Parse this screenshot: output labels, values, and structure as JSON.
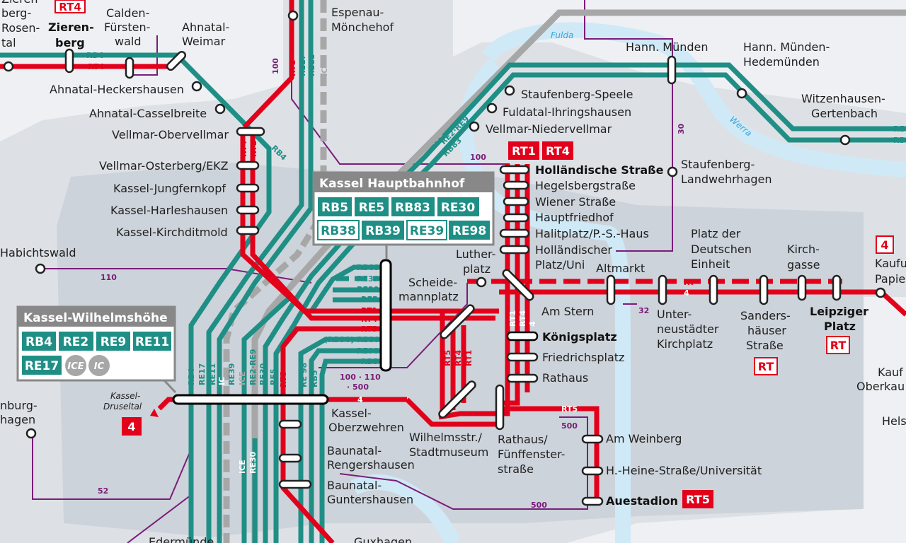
{
  "colors": {
    "rail": "#1f8f86",
    "tram": "#e2001a",
    "ice": "#a7a7a7",
    "bus": "#7a1d7a",
    "river": "#cfe9f6",
    "zone_light": "#dde1e6",
    "zone_dark": "#cdd3da"
  },
  "rivers": {
    "fulda": "Fulda",
    "werra": "Werra"
  },
  "line_labels": {
    "rb4": "RB4",
    "rt4": "RT4",
    "ice": "ICE",
    "re2re9": "RE2·RE9",
    "rb83": "RB83",
    "rt1": "RT1",
    "re17": "RE17",
    "re11": "RE11",
    "ic": "IC",
    "re_short": "RE",
    "rb_short": "RB",
    "rt": "RT",
    "four": "4",
    "rt5": "RT5",
    "rb83_h": "RB83",
    "re39_h": "RE39",
    "re30_h": "RE30",
    "re5_h": "RE5",
    "rt1_h": "RT1",
    "rt4_h": "RT4",
    "rt5_h": "RT5",
    "rb38rb39_h": "(RB38)·RB39",
    "re98_h": "RE98",
    "rb5_h": "RB5",
    "rb4_v": "RB4",
    "re17_v": "RE17",
    "re11_v": "RE11",
    "re39_v": "RE39",
    "ic_v": "IC",
    "ice_v": "ICE",
    "re2re9_v": "RE2·RE9",
    "re30_v": "RE30",
    "rb83_v": "RB83",
    "re5_v": "RE5",
    "rt5_v": "RT5",
    "re98_v": "RE 98",
    "rb5_v": "RB5",
    "ice_v2": "ICE",
    "re30_v2": "RE30",
    "rt4_v": "RT4",
    "rt1_v": "RT1",
    "rt1_v2": "RT1",
    "rt4_v2": "RT4",
    "four_v": "4",
    "rt5_v2": "RT5",
    "rt4_v3": "RT4",
    "rt1_v3": "RT1"
  },
  "bus_labels": {
    "b100": "100",
    "b100b": "100",
    "b30": "30",
    "b110": "110",
    "b32": "32",
    "b100_110": "100 · 110",
    "b500a": "· 500",
    "b500b": "500",
    "b500c": "500",
    "b52": "52"
  },
  "stations": {
    "ziegenberg_frag": "Zieren-",
    "ziegen2": "berg-",
    "rosen": "Rosen-",
    "tal": "tal",
    "zierenberg_1": "Zieren-",
    "zierenberg_2": "berg",
    "calden_1": "Calden-",
    "calden_2": "Fürsten-",
    "calden_3": "wald",
    "ahnatal_w_1": "Ahnatal-",
    "ahnatal_w_2": "Weimar",
    "espenau_1": "Espenau-",
    "espenau_2": "Mönchehof",
    "ahnatal_h": "Ahnatal-Heckershausen",
    "ahnatal_c": "Ahnatal-Casselbreite",
    "vellmar_o": "Vellmar-Obervellmar",
    "vellmar_ekz": "Vellmar-Osterberg/EKZ",
    "jungfernkopf": "Kassel-Jungfernkopf",
    "harleshausen": "Kassel-Harleshausen",
    "kirchditmold": "Kassel-Kirchditmold",
    "habichtswald": "Habichtswald",
    "hann_muenden": "Hann. Münden",
    "hann_hede_1": "Hann. Münden-",
    "hann_hede_2": "Hedemünden",
    "witzen_1": "Witzenhausen-",
    "witzen_2": "Gertenbach",
    "staufenberg_speele": "Staufenberg-Speele",
    "fuldatal": "Fuldatal-Ihringshausen",
    "vellmar_nieder": "Vellmar-Niedervellmar",
    "hollaendische": "Holländische Straße",
    "hegelsberg": "Hegelsbergstraße",
    "wiener": "Wiener Straße",
    "hauptfriedhof": "Hauptfriedhof",
    "halitplatz": "Halitplatz/P.-S.-Haus",
    "hollplatz_1": "Holländischer",
    "hollplatz_2": "Platz/Uni",
    "staufen_land_1": "Staufenberg-",
    "staufen_land_2": "Landwehrhagen",
    "luther_1": "Luther-",
    "luther_2": "platz",
    "altmarkt": "Altmarkt",
    "pdde_1": "Platz der",
    "pdde_2": "Deutschen",
    "pdde_3": "Einheit",
    "kirch_1": "Kirch-",
    "kirch_2": "gasse",
    "kaufungen_1": "Kaufu",
    "kaufungen_2": "Papie",
    "scheide_1": "Scheide-",
    "scheide_2": "mannplatz",
    "am_stern": "Am Stern",
    "unter_1": "Unter-",
    "unter_2": "neustädter",
    "unter_3": "Kirchplatz",
    "sanders_1": "Sanders-",
    "sanders_2": "häuser",
    "sanders_3": "Straße",
    "leipziger_1": "Leipziger",
    "leipziger_2": "Platz",
    "koenigsplatz": "Königsplatz",
    "friedrichsplatz": "Friedrichsplatz",
    "rathaus": "Rathaus",
    "kauf_ober_1": "Kauf",
    "kauf_ober_2": "Oberkau",
    "helsa": "Hels",
    "druseltal_1": "Kassel-",
    "druseltal_2": "Druseltal",
    "burg_1": "nburg-",
    "burg_2": "hagen",
    "oberzwehren_1": "Kassel-",
    "oberzwehren_2": "Oberzwehren",
    "wilhelmsstr_1": "Wilhelmsstr./",
    "wilhelmsstr_2": "Stadtmuseum",
    "rathaus_f_1": "Rathaus/",
    "rathaus_f_2": "Fünffenster-",
    "rathaus_f_3": "straße",
    "am_weinberg": "Am Weinberg",
    "heine": "H.-Heine-Straße/Universität",
    "auestadion": "Auestadion",
    "rengers_1": "Baunatal-",
    "rengers_2": "Rengershausen",
    "gunters_1": "Baunatal-",
    "gunters_2": "Guntershausen",
    "edermuende": "Edermünde",
    "guxhagen": "Guxhagen"
  },
  "badges": {
    "rt4_top": "RT4",
    "rt1_hs": "RT1",
    "rt4_hs": "RT4",
    "four_right": "4",
    "rt_leipziger": "RT",
    "rt_sanders": "RT",
    "four_druseltal": "4",
    "rt5_aue": "RT5"
  },
  "hubs": {
    "hbf": {
      "title": "Kassel Hauptbahnhof",
      "row1": [
        "RB5",
        "RE5",
        "RB83",
        "RE30"
      ],
      "row2": [
        "RB38",
        "RB39",
        "RE39",
        "RE98"
      ]
    },
    "whoe": {
      "title": "Kassel-Wilhelmshöhe",
      "row1": [
        "RB4",
        "RE2",
        "RE9",
        "RE11"
      ],
      "row2": [
        "RE17"
      ],
      "row2_round": [
        "ICE",
        "IC"
      ]
    }
  }
}
